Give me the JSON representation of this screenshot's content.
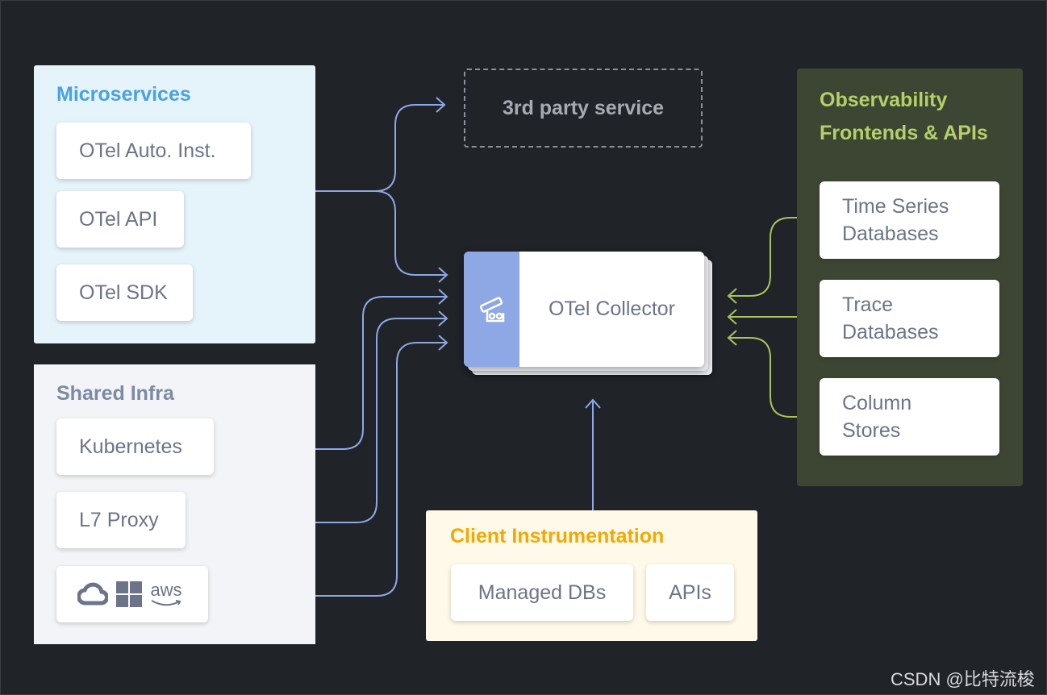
{
  "microservices": {
    "title": "Microservices",
    "items": [
      "OTel Auto. Inst.",
      "OTel API",
      "OTel SDK"
    ]
  },
  "shared_infra": {
    "title": "Shared Infra",
    "items": [
      "Kubernetes",
      "L7 Proxy"
    ],
    "cloud_logos": {
      "aws_text": "aws",
      "icons": [
        "google-cloud-icon",
        "azure-icon",
        "aws-icon"
      ]
    }
  },
  "third_party": {
    "label": "3rd party service"
  },
  "collector": {
    "label": "OTel Collector",
    "icon": "telescope-icon"
  },
  "observability": {
    "title_line1": "Observability",
    "title_line2": "Frontends & APIs",
    "items": [
      {
        "line1": "Time Series",
        "line2": "Databases"
      },
      {
        "line1": "Trace",
        "line2": "Databases"
      },
      {
        "line1": "Column",
        "line2": "Stores"
      }
    ]
  },
  "client": {
    "title": "Client Instrumentation",
    "items": [
      "Managed DBs",
      "APIs"
    ]
  },
  "watermark": "CSDN @比特流梭",
  "colors": {
    "background": "#202328",
    "micro_title": "#4aa3df",
    "infra_title": "#7d8aa3",
    "obs_title": "#b5cf6b",
    "client_title": "#f2a900",
    "blue_line": "#8ea8e6",
    "green_line": "#a9c25e"
  }
}
